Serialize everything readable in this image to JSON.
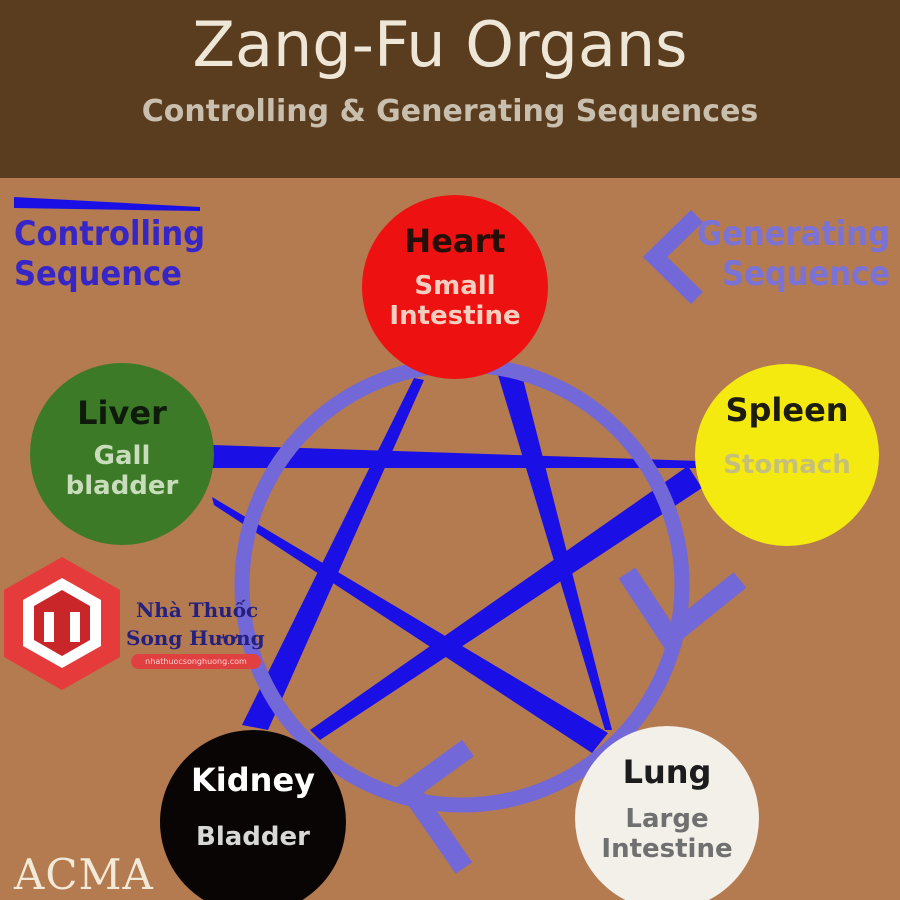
{
  "header": {
    "title": "Zang-Fu Organs",
    "subtitle": "Controlling  & Generating Sequences"
  },
  "legend": {
    "controlling_line1": "Controlling",
    "controlling_line2": "Sequence",
    "generating_line1": "Generating",
    "generating_line2": "Sequence"
  },
  "organs": {
    "heart": {
      "name": "Heart",
      "sub1": "Small",
      "sub2": "Intestine",
      "color": "#ee1111"
    },
    "spleen": {
      "name": "Spleen",
      "sub1": "Stomach",
      "color": "#f5ea10"
    },
    "lung": {
      "name": "Lung",
      "sub1": "Large",
      "sub2": "Intestine",
      "color": "#f3efe9"
    },
    "kidney": {
      "name": "Kidney",
      "sub1": "Bladder",
      "color": "#0a0505"
    },
    "liver": {
      "name": "Liver",
      "sub1": "Gall",
      "sub2": "bladder",
      "color": "#3c7a28"
    }
  },
  "colors": {
    "background": "#b47a50",
    "header": "#5a3c1e",
    "controlling": "#1a10e6",
    "generating": "#7268d8"
  },
  "watermark": {
    "brand_line1": "Nhà Thuốc",
    "brand_line2": "Song Hương",
    "url": "nhathuocsonghuong.com",
    "logo": "pharmacy-cube-logo",
    "footer_logo": "ACMA"
  }
}
